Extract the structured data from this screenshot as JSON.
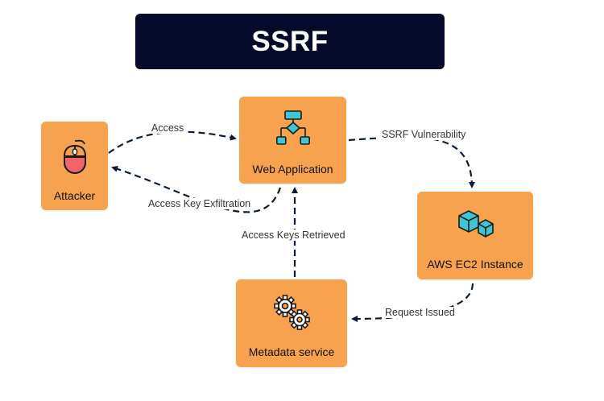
{
  "title": "SSRF",
  "nodes": {
    "attacker": {
      "label": "Attacker",
      "icon": "mouse-icon"
    },
    "web_app": {
      "label": "Web Application",
      "icon": "flowchart-icon"
    },
    "ec2": {
      "label": "AWS EC2 Instance",
      "icon": "cubes-icon"
    },
    "metadata": {
      "label": "Metadata service",
      "icon": "gears-icon"
    }
  },
  "edges": {
    "access": "Access",
    "ssrf_vuln": "SSRF Vulnerability",
    "request_issued": "Request Issued",
    "keys_retrieved": "Access Keys Retrieved",
    "key_exfil": "Access Key Exfiltration"
  },
  "colors": {
    "title_bg": "#050a2a",
    "node_fill": "#f6a24e",
    "arrow": "#0b1a3a",
    "icon_teal": "#3fc6d6",
    "mouse_red": "#f0646a"
  }
}
